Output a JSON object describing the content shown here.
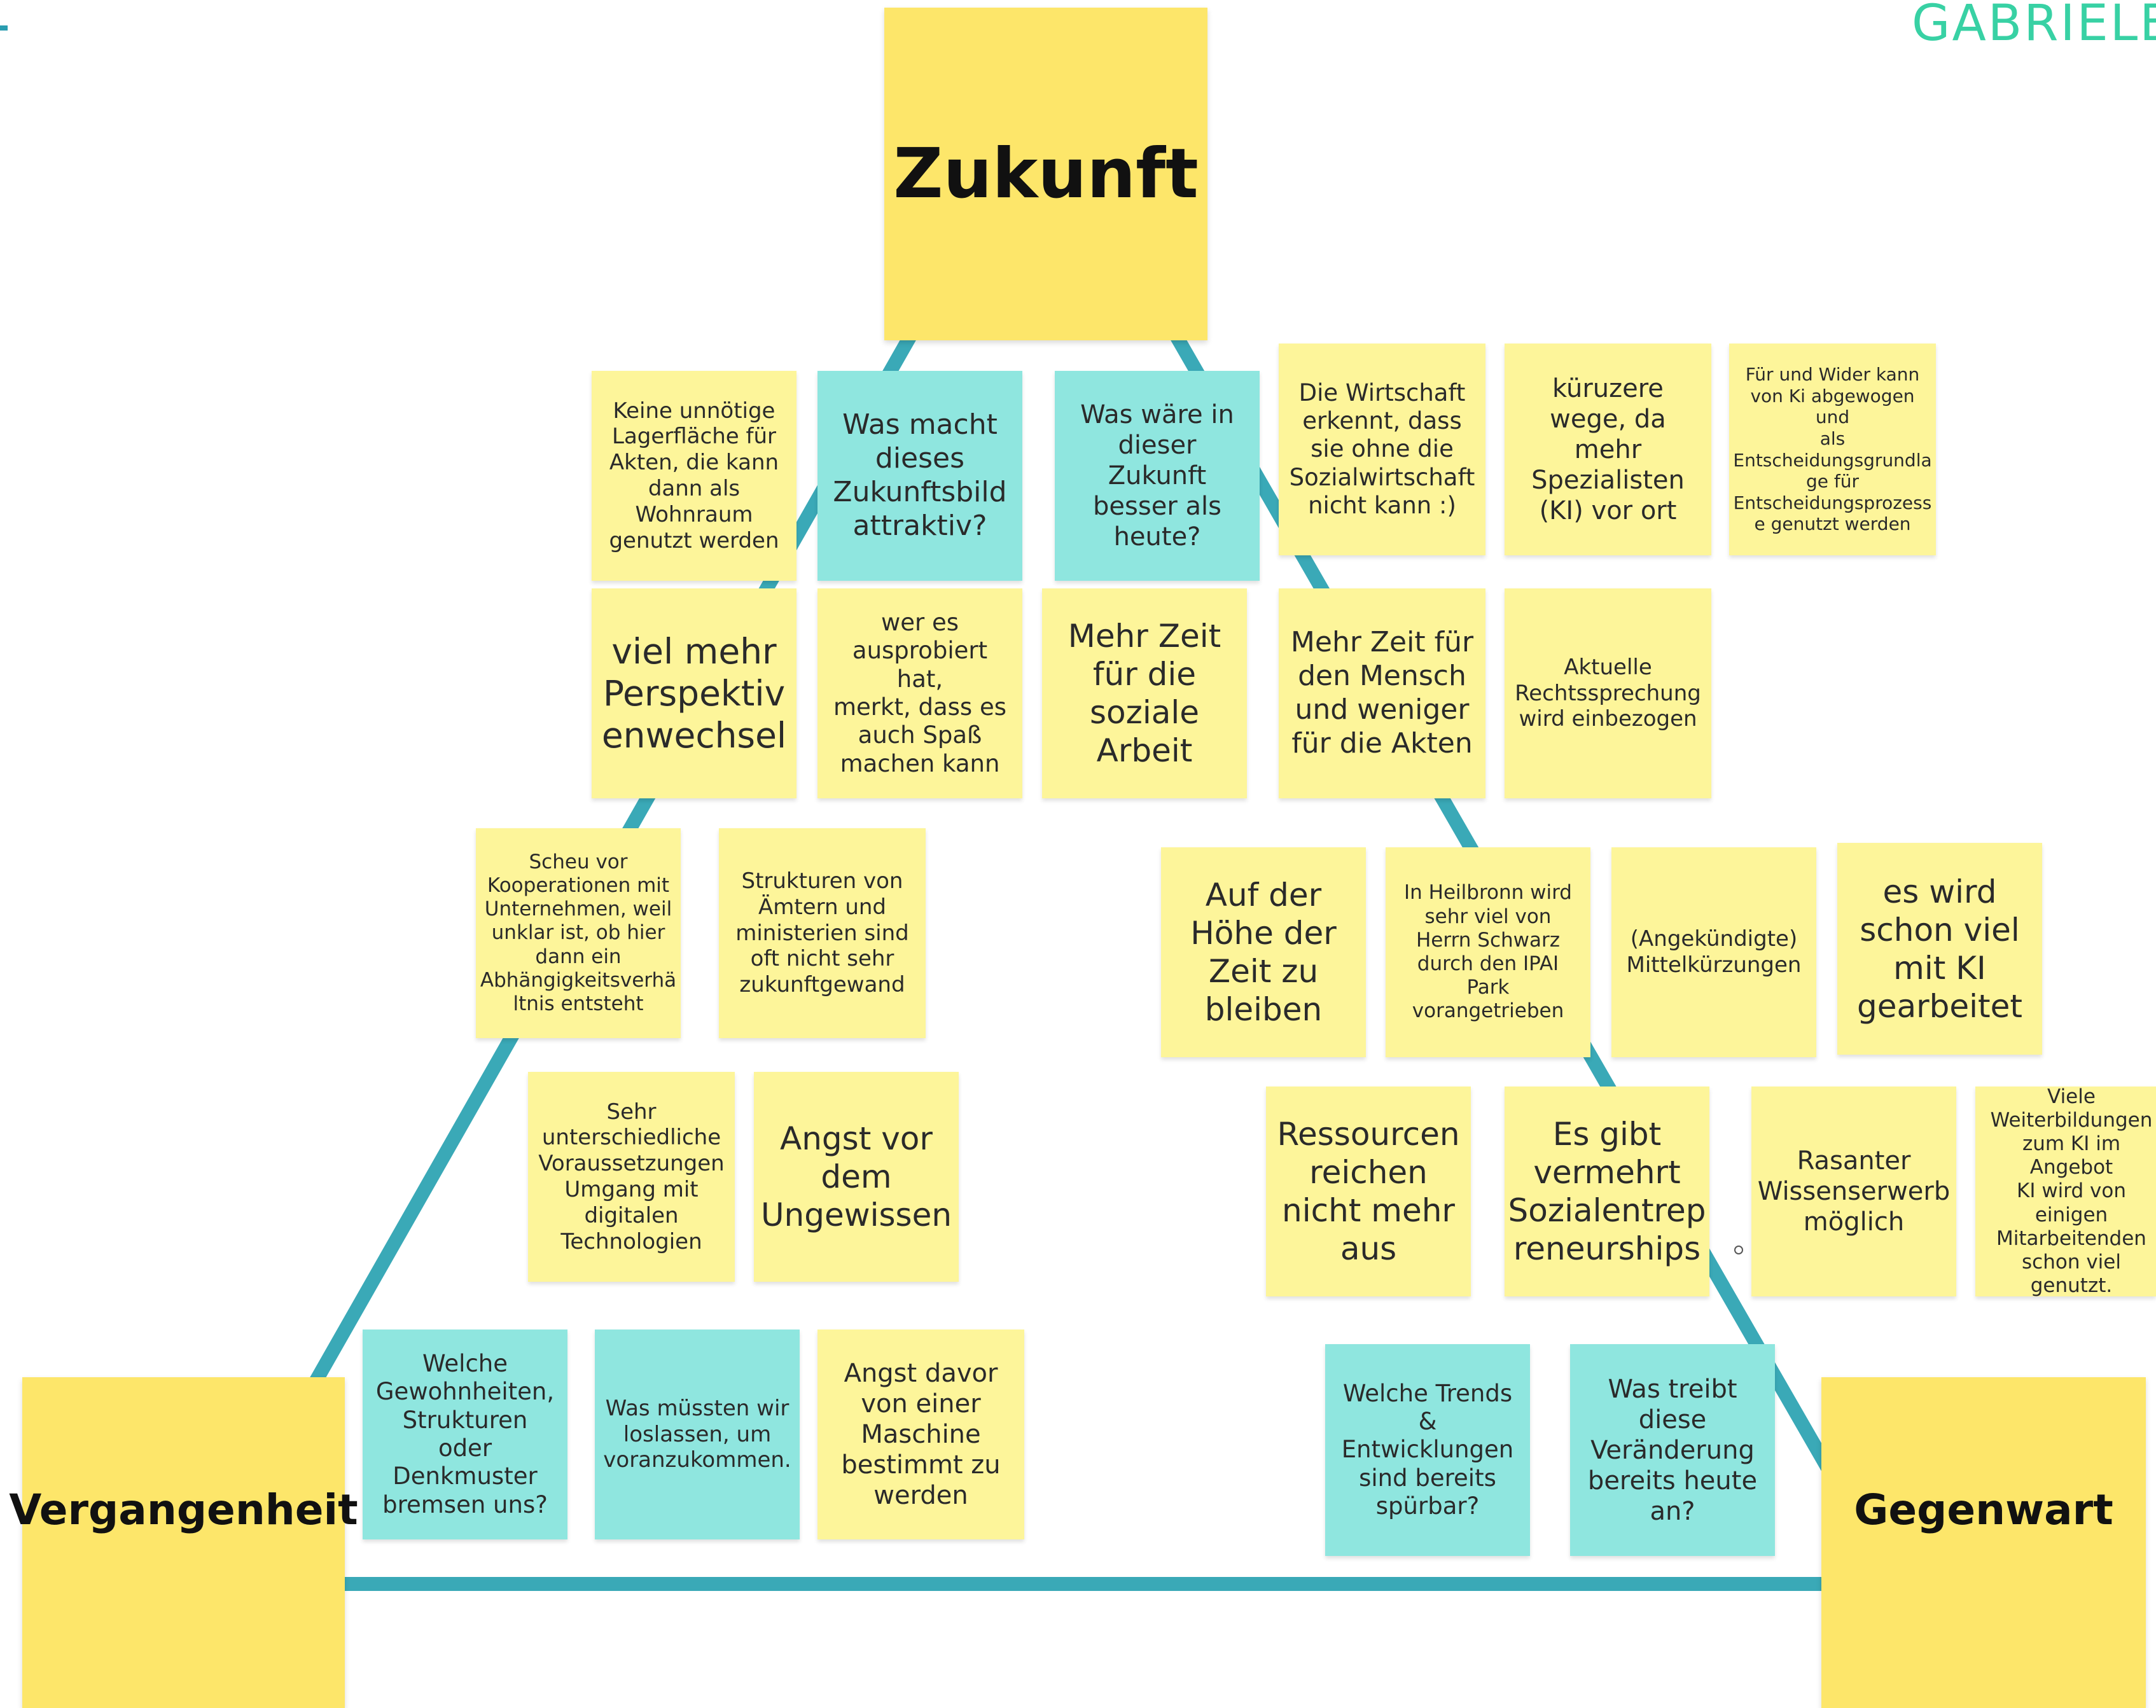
{
  "brand": "GABRIELE",
  "corners": {
    "top": "Zukunft",
    "left": "Vergangenheit",
    "right": "Gegenwart"
  },
  "colors": {
    "triangle": "#3aa9b7",
    "note_yellow": "#fdf59a",
    "note_teal": "#8fe6df",
    "corner_yellow": "#fde66a"
  },
  "notes": [
    {
      "id": "n1",
      "text": "Keine unnötige\nLagerfläche für\nAkten, die kann\ndann als\nWohnraum\ngenutzt werden"
    },
    {
      "id": "n2",
      "text": "Was macht\ndieses\nZukunftsbild\nattraktiv?"
    },
    {
      "id": "n3",
      "text": "Was wäre in\ndieser Zukunft\nbesser als\nheute?"
    },
    {
      "id": "n4",
      "text": "Die Wirtschaft\nerkennt, dass\nsie ohne die\nSozialwirtschaft\nnicht kann :)"
    },
    {
      "id": "n5",
      "text": "küruzere\nwege, da\nmehr\nSpezialisten\n(KI) vor ort"
    },
    {
      "id": "n6",
      "text": "Für und Wider kann\nvon Ki abgewogen und\nals\nEntscheidungsgrundla\nge für\nEntscheidungsprozess\ne genutzt werden"
    },
    {
      "id": "n7",
      "text": "viel mehr\nPerspektiv\nenwechsel"
    },
    {
      "id": "n8",
      "text": "wer es\nausprobiert hat,\nmerkt, dass es\nauch Spaß\nmachen kann"
    },
    {
      "id": "n9",
      "text": "Mehr Zeit\nfür die\nsoziale\nArbeit"
    },
    {
      "id": "n10",
      "text": "Mehr Zeit für\nden Mensch\nund weniger\nfür die Akten"
    },
    {
      "id": "n11",
      "text": "Aktuelle\nRechtssprechung\nwird einbezogen"
    },
    {
      "id": "n12",
      "text": "Scheu vor\nKooperationen mit\nUnternehmen, weil\nunklar ist, ob hier\ndann ein\nAbhängigkeitsverhä\nltnis entsteht"
    },
    {
      "id": "n13",
      "text": "Strukturen von\nÄmtern und\nministerien sind\noft nicht sehr\nzukunftgewand"
    },
    {
      "id": "n14",
      "text": "Auf der\nHöhe der\nZeit zu\nbleiben"
    },
    {
      "id": "n15",
      "text": "In Heilbronn wird\nsehr viel von\nHerrn Schwarz\ndurch den IPAI\nPark\nvorangetrieben"
    },
    {
      "id": "n16",
      "text": "(Angekündigte)\nMittelkürzungen"
    },
    {
      "id": "n17",
      "text": "es wird\nschon viel\nmit KI\ngearbeitet"
    },
    {
      "id": "n18",
      "text": "Sehr\nunterschiedliche\nVoraussetzungen\nUmgang mit\ndigitalen\nTechnologien"
    },
    {
      "id": "n19",
      "text": "Angst vor\ndem\nUngewissen"
    },
    {
      "id": "n20",
      "text": "Ressourcen\nreichen\nnicht mehr\naus"
    },
    {
      "id": "n21",
      "text": "Es gibt\nvermehrt\nSozialentrep\nreneurships"
    },
    {
      "id": "n22",
      "text": "Rasanter\nWissenserwerb\nmöglich"
    },
    {
      "id": "n23",
      "text": "Viele\nWeiterbildungen\nzum KI im Angebot\nKI wird von einigen\nMitarbeitenden\nschon viel genutzt."
    },
    {
      "id": "n24",
      "text": "Welche\nGewohnheiten,\nStrukturen oder\nDenkmuster\nbremsen uns?"
    },
    {
      "id": "n25",
      "text": "Was müssten wir\nloslassen, um\nvoranzukommen."
    },
    {
      "id": "n26",
      "text": "Angst davor\nvon einer\nMaschine\nbestimmt zu\nwerden"
    },
    {
      "id": "n27",
      "text": "Welche Trends\n&\nEntwicklungen\nsind bereits\nspürbar?"
    },
    {
      "id": "n28",
      "text": "Was treibt\ndiese\nVeränderung\nbereits heute\nan?"
    }
  ]
}
